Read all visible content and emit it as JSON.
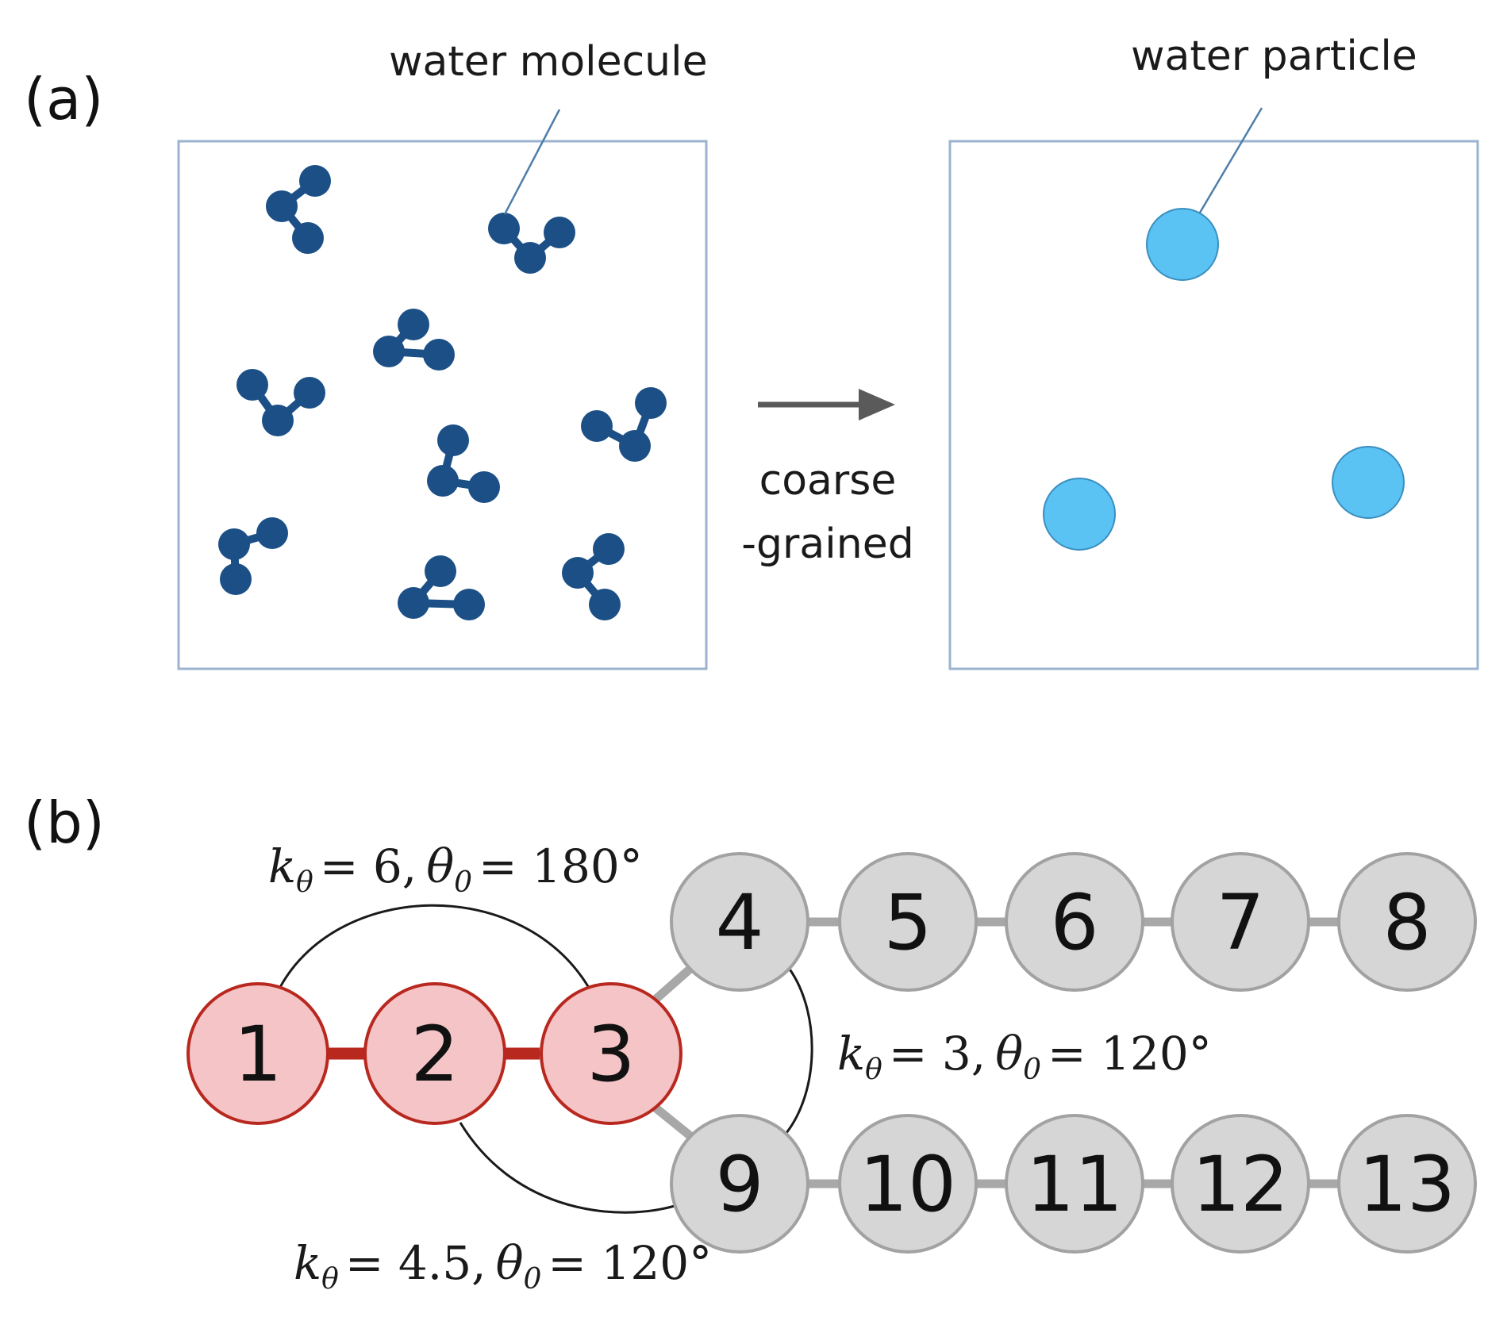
{
  "figure": {
    "panel_a": {
      "label": "(a)",
      "molecule_callout": "water molecule",
      "particle_callout": "water particle",
      "arrow_label_line1": "coarse",
      "arrow_label_line2": "-grained",
      "colors": {
        "molecule": "#1b4f86",
        "particle_fill": "#5bc2f4",
        "particle_stroke": "#3a8fbf",
        "box_border": "#9bb3cf",
        "arrow": "#5a5a5a"
      }
    },
    "panel_b": {
      "label": "(b)",
      "red_beads": [
        "1",
        "2",
        "3"
      ],
      "upper_chain": [
        "4",
        "5",
        "6",
        "7",
        "8"
      ],
      "lower_chain": [
        "9",
        "10",
        "11",
        "12",
        "13"
      ],
      "angle_top": {
        "k_symbol": "k",
        "k_sub": "θ",
        "k_value": "= 6,",
        "theta_symbol": "θ",
        "theta_sub": "0",
        "theta_value": "= 180°"
      },
      "angle_right": {
        "k_symbol": "k",
        "k_sub": "θ",
        "k_value": "= 3,",
        "theta_symbol": "θ",
        "theta_sub": "0",
        "theta_value": "= 120°"
      },
      "angle_bottom": {
        "k_symbol": "k",
        "k_sub": "θ",
        "k_value": "= 4.5,",
        "theta_symbol": "θ",
        "theta_sub": "0",
        "theta_value": "= 120°"
      },
      "colors": {
        "red_fill": "#f4c4c6",
        "red_stroke": "#b8281e",
        "grey_fill": "#d6d6d6",
        "grey_stroke": "#a2a2a2",
        "grey_bond": "#a8a8a8",
        "angle_arc": "#1a1a1a"
      }
    }
  }
}
